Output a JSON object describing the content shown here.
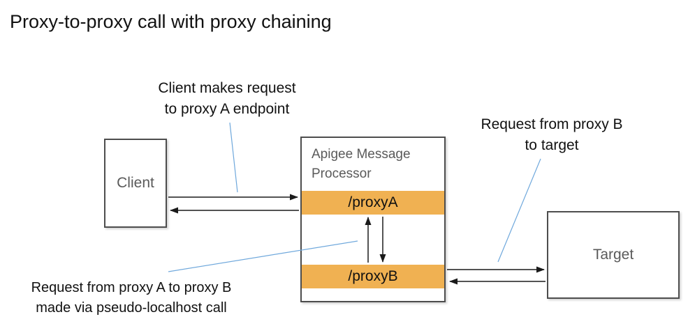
{
  "title": "Proxy-to-proxy call with proxy chaining",
  "colors": {
    "band": "#F0B152",
    "box_border": "#4D4D4D",
    "box_label": "#5A5A5A",
    "leader": "#6FA8DC",
    "arrow": "#1A1A1A",
    "text": "#111111"
  },
  "annotations": {
    "client_request": {
      "line1": "Client makes request",
      "line2": "to proxy A endpoint"
    },
    "proxyb_to_target": {
      "line1": "Request from proxy B",
      "line2": "to target"
    },
    "proxya_to_proxyb": {
      "line1": "Request from proxy A to proxy B",
      "line2": "made via pseudo-localhost call"
    }
  },
  "nodes": {
    "client": {
      "label": "Client"
    },
    "processor": {
      "label": "Apigee Message Processor"
    },
    "proxy_a": {
      "label": "/proxyA"
    },
    "proxy_b": {
      "label": "/proxyB"
    },
    "target": {
      "label": "Target"
    }
  }
}
